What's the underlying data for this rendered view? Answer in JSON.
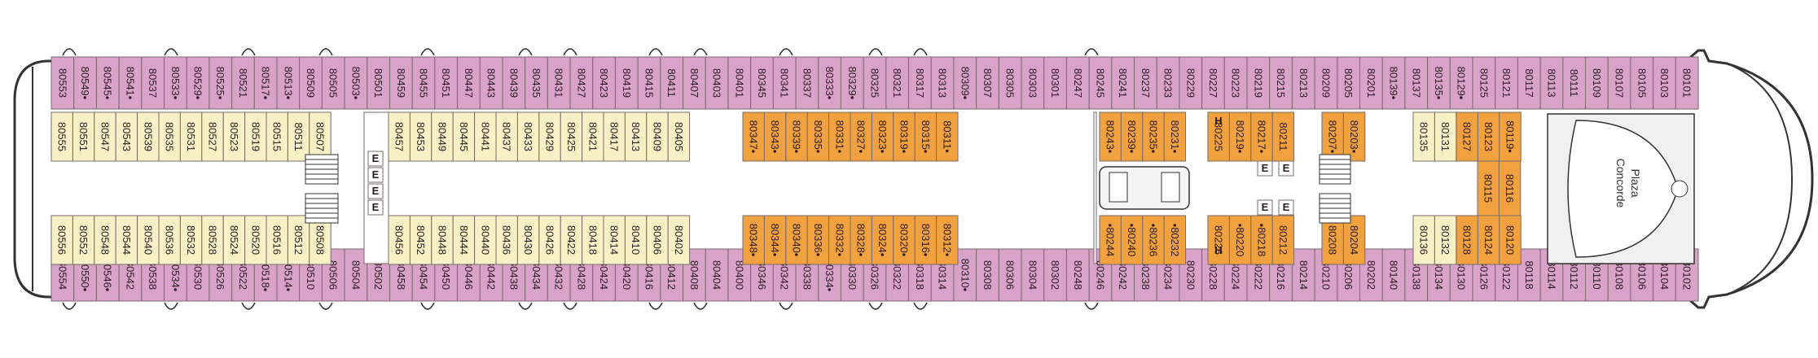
{
  "colors": {
    "outside": "#d9a3c9",
    "interior": "#f8f1c6",
    "suite": "#f2a13f",
    "stroke": "#7a6a6a",
    "hull": "#333333",
    "plaza_bg": "#f0f0f0"
  },
  "plaza_label": [
    "Concorde",
    "Plaza"
  ],
  "elevator_letter": "E",
  "handicap_letter": "H",
  "starboard_outside": [
    "80553",
    "80549•",
    "80545•",
    "80541•",
    "80537",
    "80533•",
    "80529•",
    "80525•",
    "80521",
    "80517•",
    "80513•",
    "80509",
    "80505",
    "80503•",
    "80501",
    "80459",
    "80455",
    "80451",
    "80447",
    "80443",
    "80439",
    "80435",
    "80431",
    "80427",
    "80423",
    "80419",
    "80415",
    "80411",
    "80407",
    "80403",
    "80401",
    "80345",
    "80341",
    "80337",
    "80333•",
    "80329•",
    "80325",
    "80321",
    "80317",
    "80313",
    "80309•",
    "80307",
    "80305",
    "80303",
    "80301",
    "80247",
    "80245",
    "80241",
    "80237",
    "80233",
    "80229",
    "80227",
    "80223",
    "80219",
    "80215",
    "80213",
    "80209",
    "80205",
    "80201",
    "80139•",
    "80137",
    "80135•",
    "80129•",
    "80125",
    "80121",
    "80117",
    "80113",
    "80111",
    "80109",
    "80107",
    "80105",
    "80103",
    "80101"
  ],
  "port_outside": [
    "80554",
    "80550•",
    "80546•",
    "80542",
    "80538",
    "80534•",
    "80530",
    "80526",
    "80522",
    "80518•",
    "80514•",
    "80510",
    "80506",
    "80504",
    "80502",
    "80458",
    "80454",
    "80450",
    "80446",
    "80442",
    "80438",
    "80434",
    "80432",
    "80428",
    "80424",
    "80420",
    "80416",
    "80412",
    "80408",
    "80404",
    "80400",
    "80346",
    "80342",
    "80338",
    "80334•",
    "80330",
    "80326",
    "80322",
    "80318",
    "80314",
    "80310•",
    "80308",
    "80306",
    "80304",
    "80302",
    "80248",
    "80246",
    "80242",
    "80238",
    "80234",
    "80230",
    "80228",
    "80224",
    "80222",
    "80216",
    "80214",
    "80210",
    "80206",
    "80202",
    "80140",
    "80138",
    "80134",
    "80130",
    "80126",
    "80122",
    "80118",
    "80114",
    "80112",
    "80110",
    "80108",
    "80106",
    "80104",
    "80102"
  ],
  "interior_upper_aft": [
    "80555",
    "80551",
    "80547",
    "80543",
    "80539",
    "80535",
    "80531",
    "80527",
    "80523",
    "80519",
    "80515",
    "80511",
    "80507"
  ],
  "interior_lower_aft": [
    "80556",
    "80552",
    "80548",
    "80544",
    "80540",
    "80536",
    "80532",
    "80528",
    "80524",
    "80520",
    "80516",
    "80512",
    "80508"
  ],
  "interior_upper_mid": [
    "80457",
    "80453",
    "80449",
    "80445",
    "80441",
    "80437",
    "80433",
    "80429",
    "80425",
    "80421",
    "80417",
    "80413",
    "80409",
    "80405"
  ],
  "interior_lower_mid": [
    "80456",
    "80452",
    "80448",
    "80444",
    "80440",
    "80436",
    "80430",
    "80426",
    "80422",
    "80418",
    "80414",
    "80410",
    "80406",
    "80402"
  ],
  "suite_upper_mid": [
    "80347•",
    "80343•",
    "80339•",
    "80335•",
    "80331•",
    "80327•",
    "80323•",
    "80319•",
    "80315•",
    "80311•"
  ],
  "suite_lower_mid": [
    "80348•",
    "80344•",
    "80340•",
    "80336•",
    "80332•",
    "80328•",
    "80324•",
    "80320•",
    "80316•",
    "80312•"
  ],
  "suite_upper_fwd": [
    "80243•",
    "80239•",
    "80235•",
    "80231•"
  ],
  "suite_lower_fwd": [
    "•80244",
    "•80240",
    "•80236",
    "•80232"
  ],
  "suite_upper_h": [
    "80225",
    "80219•",
    "80217•",
    "80211"
  ],
  "suite_lower_h": [
    "80226",
    "•80220",
    "•80218",
    "80212"
  ],
  "suite_upper_bow": [
    "80207•",
    "80203•"
  ],
  "suite_lower_bow": [
    "80208",
    "80204"
  ],
  "interior_upper_bow": [
    "80135",
    "80131"
  ],
  "interior_lower_bow": [
    "80136",
    "80132"
  ],
  "suite_upper_front": [
    "80127",
    "80123",
    "80119•"
  ],
  "suite_lower_front": [
    "80128",
    "80124",
    "80120"
  ],
  "suite_mid_front": [
    "80115",
    "80116"
  ]
}
